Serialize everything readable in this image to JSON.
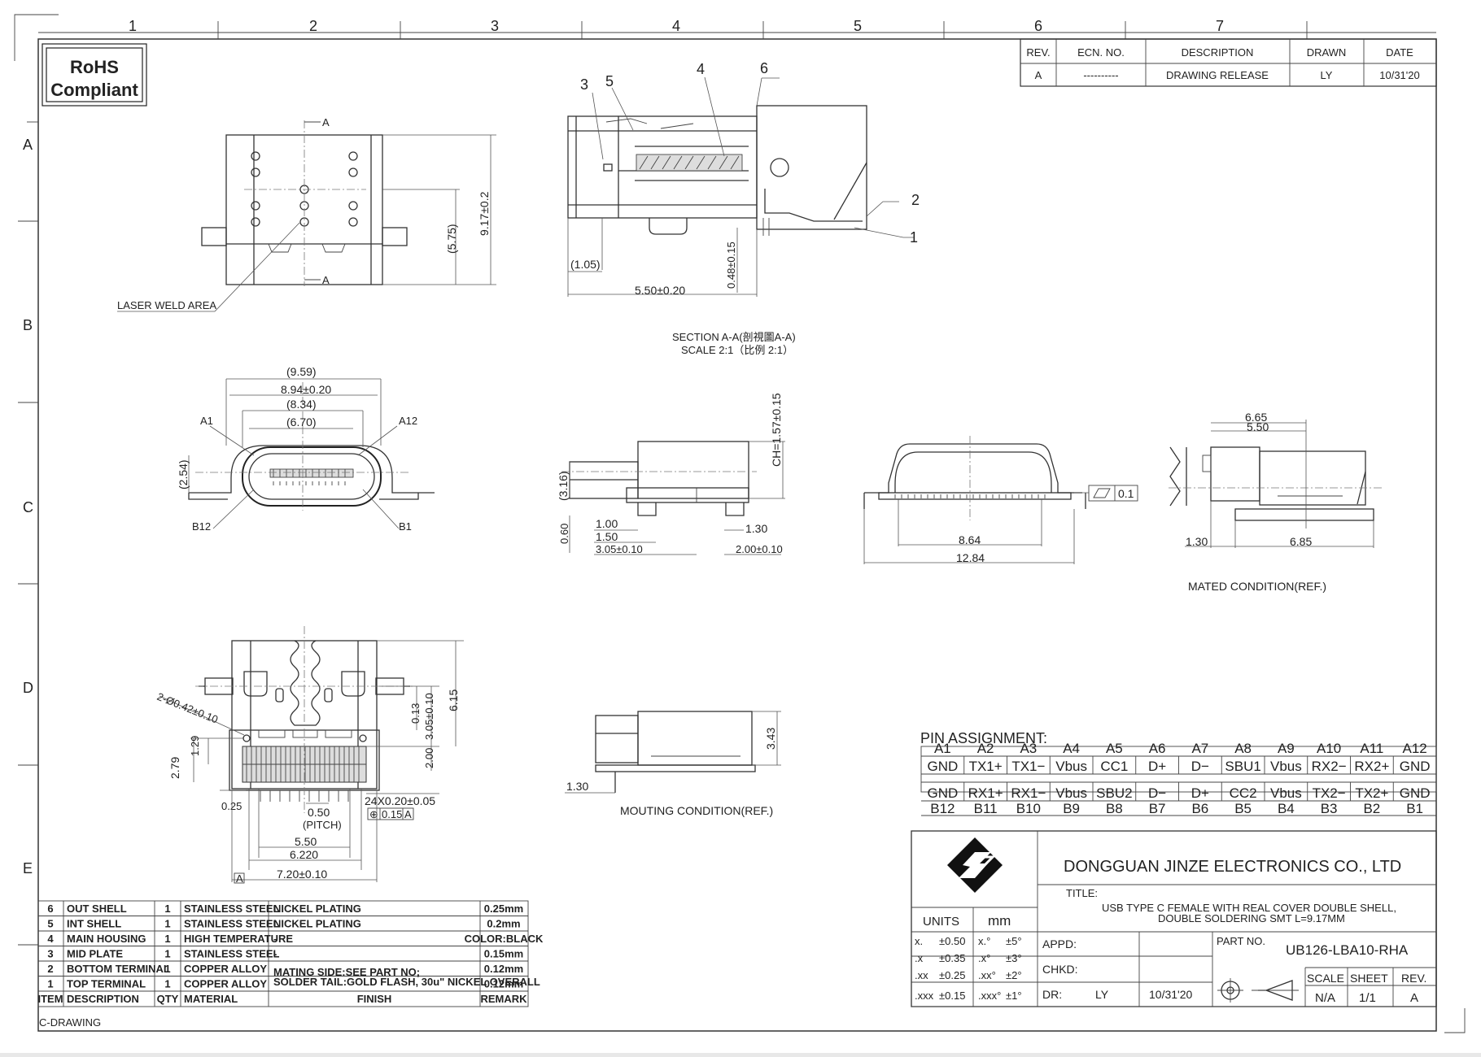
{
  "border": {
    "col_numbers": [
      "1",
      "2",
      "3",
      "4",
      "5",
      "6",
      "7"
    ],
    "row_letters": [
      "A",
      "B",
      "C",
      "D",
      "E"
    ]
  },
  "rohs": {
    "line1": "RoHS",
    "line2": "Compliant"
  },
  "revision_table": {
    "headers": [
      "REV.",
      "ECN. NO.",
      "DESCRIPTION",
      "DRAWN",
      "DATE"
    ],
    "row": [
      "A",
      "----------",
      "DRAWING RELEASE",
      "LY",
      "10/31'20"
    ]
  },
  "top_view": {
    "section_mark": "A",
    "dim_575": "(5.75)",
    "dim_917": "9.17±0.2",
    "laser_label": "LASER WELD AREA"
  },
  "section_view": {
    "callouts": [
      "3",
      "5",
      "4",
      "6",
      "2",
      "1"
    ],
    "dim_105": "(1.05)",
    "dim_550": "5.50±0.20",
    "dim_048": "0.48±0.15",
    "caption1": "SECTION A-A(剖視圖A-A)",
    "caption2": "SCALE 2:1（比例 2:1）"
  },
  "front_view": {
    "dim_959": "(9.59)",
    "dim_894": "8.94±0.20",
    "dim_834": "(8.34)",
    "dim_670": "(6.70)",
    "dim_254": "(2.54)",
    "pin_a1": "A1",
    "pin_a12": "A12",
    "pin_b12": "B12",
    "pin_b1": "B1"
  },
  "side_view": {
    "dim_316": "(3.16)",
    "dim_157": "CH=1.57±0.15",
    "dim_060": "0.60",
    "dim_100": "1.00",
    "dim_150": "1.50",
    "dim_305": "3.05±0.10",
    "dim_130": "1.30",
    "dim_200": "2.00±0.10"
  },
  "rear_view": {
    "dim_864": "8.64",
    "dim_1284": "12.84",
    "flatness": "0.1"
  },
  "mated_view": {
    "dim_665": "6.65",
    "dim_550": "5.50",
    "dim_130": "1.30",
    "dim_685": "6.85",
    "caption": "MATED CONDITION(REF.)"
  },
  "bottom_view": {
    "dim_hole": "2-Ø0.42±0.10",
    "dim_279": "2.79",
    "dim_129": "1.29",
    "dim_013": "0.13",
    "dim_305": "3.05±0.10",
    "dim_615": "6.15",
    "dim_200": "2.00",
    "dim_025": "0.25",
    "dim_050": "0.50",
    "pitch": "(PITCH)",
    "dim_24x": "24X0.20±0.05",
    "tol_frame": [
      "⊕",
      "0.15",
      "A"
    ],
    "dim_550": "5.50",
    "dim_6220": "6.220",
    "dim_720": "7.20±0.10",
    "datum": "A"
  },
  "mounting_view": {
    "dim_343": "3.43",
    "dim_130": "1.30",
    "caption": "MOUTING CONDITION(REF.)"
  },
  "pin_assignment": {
    "title": "PIN ASSIGNMENT:",
    "top_labels": [
      "A1",
      "A2",
      "A3",
      "A4",
      "A5",
      "A6",
      "A7",
      "A8",
      "A9",
      "A10",
      "A11",
      "A12"
    ],
    "row_a": [
      "GND",
      "TX1+",
      "TX1−",
      "Vbus",
      "CC1",
      "D+",
      "D−",
      "SBU1",
      "Vbus",
      "RX2−",
      "RX2+",
      "GND"
    ],
    "row_b": [
      "GND",
      "RX1+",
      "RX1−",
      "Vbus",
      "SBU2",
      "D−",
      "D+",
      "CC2",
      "Vbus",
      "TX2−",
      "TX2+",
      "GND"
    ],
    "bottom_labels": [
      "B12",
      "B11",
      "B10",
      "B9",
      "B8",
      "B7",
      "B6",
      "B5",
      "B4",
      "B3",
      "B2",
      "B1"
    ]
  },
  "bom": {
    "rows": [
      [
        "6",
        "OUT SHELL",
        "1",
        "STAINLESS STEEL",
        "NICKEL PLATING",
        "0.25mm"
      ],
      [
        "5",
        "INT SHELL",
        "1",
        "STAINLESS STEEL",
        "NICKEL PLATING",
        "0.2mm"
      ],
      [
        "4",
        "MAIN HOUSING",
        "1",
        "HIGH TEMPERATURE",
        "-",
        "COLOR:BLACK"
      ],
      [
        "3",
        "MID PLATE",
        "1",
        "STAINLESS STEEL",
        "-",
        "0.15mm"
      ],
      [
        "2",
        "BOTTOM TERMINAL",
        "1",
        "COPPER ALLOY",
        "",
        "0.12mm"
      ],
      [
        "1",
        "TOP TERMINAL",
        "1",
        "COPPER ALLOY",
        "",
        "0.12mm"
      ]
    ],
    "finish_note1": "MATING SIDE:SEE PART NO;",
    "finish_note2": "SOLDER TAIL:GOLD FLASH, 30u\" NICKEL OVERALL",
    "headers": [
      "ITEM",
      "DESCRIPTION",
      "QTY",
      "MATERIAL",
      "FINISH",
      "REMARK"
    ]
  },
  "title_block": {
    "company": "DONGGUAN  JINZE  ELECTRONICS  CO.,  LTD",
    "title_label": "TITLE:",
    "title_line1": "USB  TYPE  C  FEMALE  WITH  REAL  COVER  DOUBLE  SHELL,",
    "title_line2": "DOUBLE  SOLDERING  SMT  L=9.17MM",
    "units_label": "UNITS",
    "units_value": "mm",
    "tolerances": [
      [
        "x.",
        "±0.50",
        "x.°",
        "±5°"
      ],
      [
        ".x",
        "±0.35",
        ".x°",
        "±3°"
      ],
      [
        ".xx",
        "±0.25",
        ".xx°",
        "±2°"
      ],
      [
        ".xxx",
        "±0.15",
        ".xxx°",
        "±1°"
      ]
    ],
    "appd": "APPD:",
    "chkd": "CHKD:",
    "dr": "DR:",
    "dr_name": "LY",
    "dr_date": "10/31'20",
    "part_no_label": "PART NO.",
    "part_no": "UB126-LBA10-RHA",
    "scale_label": "SCALE",
    "sheet_label": "SHEET",
    "rev_label": "REV.",
    "scale": "N/A",
    "sheet": "1/1",
    "rev": "A"
  },
  "footer": {
    "drawing_type": "C-DRAWING"
  }
}
